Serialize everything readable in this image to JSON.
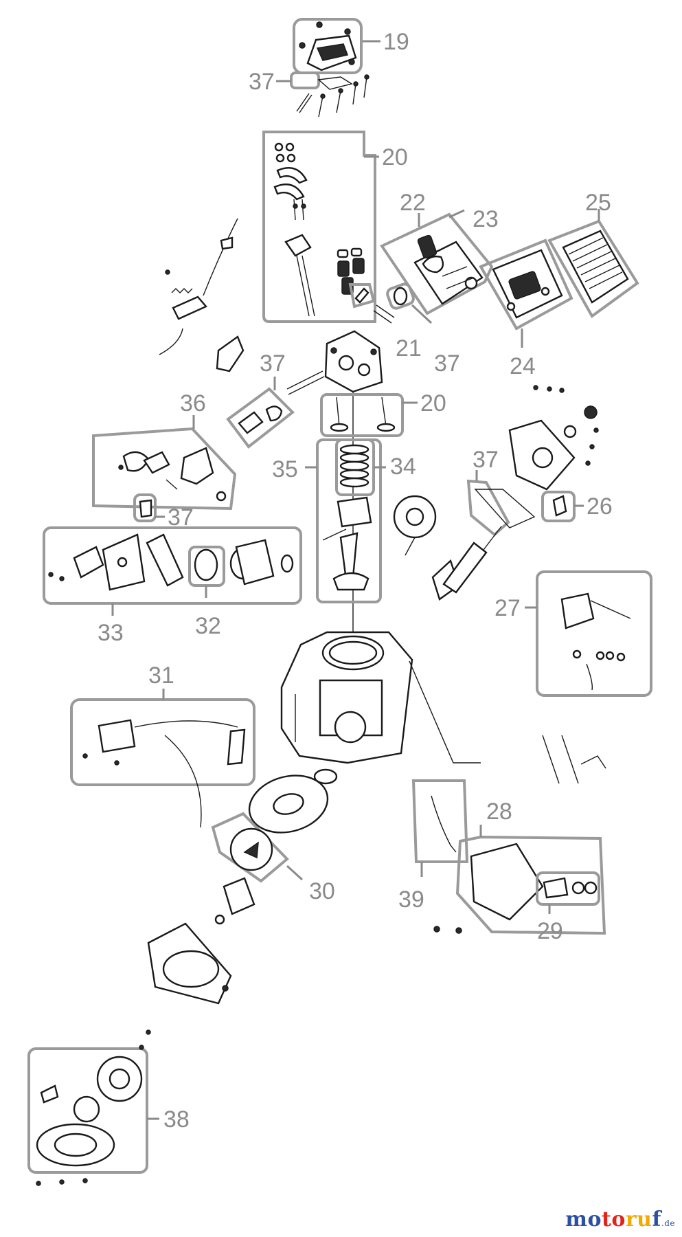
{
  "parts": [
    {
      "id": "p19",
      "number": "19"
    },
    {
      "id": "p20a",
      "number": "20"
    },
    {
      "id": "p20b",
      "number": "20"
    },
    {
      "id": "p21",
      "number": "21"
    },
    {
      "id": "p22",
      "number": "22"
    },
    {
      "id": "p23",
      "number": "23"
    },
    {
      "id": "p24",
      "number": "24"
    },
    {
      "id": "p25",
      "number": "25"
    },
    {
      "id": "p26",
      "number": "26"
    },
    {
      "id": "p27",
      "number": "27"
    },
    {
      "id": "p28",
      "number": "28"
    },
    {
      "id": "p29",
      "number": "29"
    },
    {
      "id": "p30",
      "number": "30"
    },
    {
      "id": "p31",
      "number": "31"
    },
    {
      "id": "p32",
      "number": "32"
    },
    {
      "id": "p33",
      "number": "33"
    },
    {
      "id": "p34",
      "number": "34"
    },
    {
      "id": "p35",
      "number": "35"
    },
    {
      "id": "p36",
      "number": "36"
    },
    {
      "id": "p37a",
      "number": "37"
    },
    {
      "id": "p37b",
      "number": "37"
    },
    {
      "id": "p37c",
      "number": "37"
    },
    {
      "id": "p37d",
      "number": "37"
    },
    {
      "id": "p37e",
      "number": "37"
    },
    {
      "id": "p38",
      "number": "38"
    },
    {
      "id": "p39",
      "number": "39"
    }
  ],
  "brand": {
    "m1": "mo",
    "m2": "to",
    "m3": "ru",
    "m4": "f",
    "de": ".de"
  }
}
